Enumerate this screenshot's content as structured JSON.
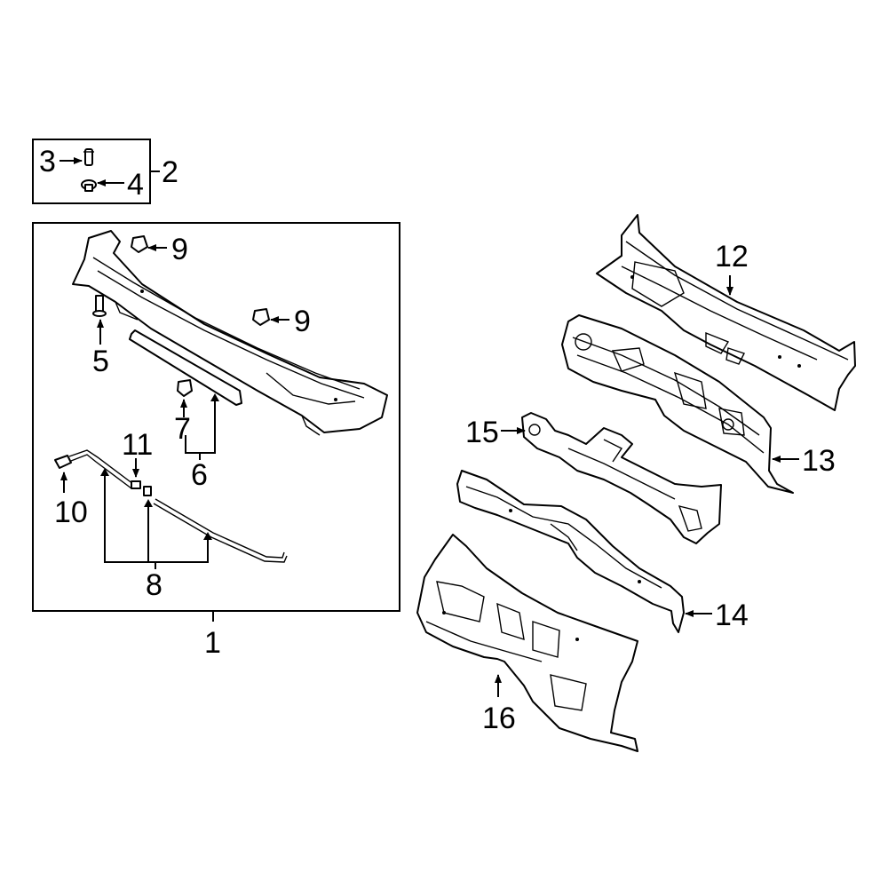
{
  "callouts": {
    "c1": "1",
    "c2": "2",
    "c3": "3",
    "c4": "4",
    "c5": "5",
    "c6": "6",
    "c7": "7",
    "c8": "8",
    "c9a": "9",
    "c9b": "9",
    "c10": "10",
    "c11": "11",
    "c12": "12",
    "c13": "13",
    "c14": "14",
    "c15": "15",
    "c16": "16"
  },
  "colors": {
    "line": "#000000",
    "background": "#ffffff"
  }
}
